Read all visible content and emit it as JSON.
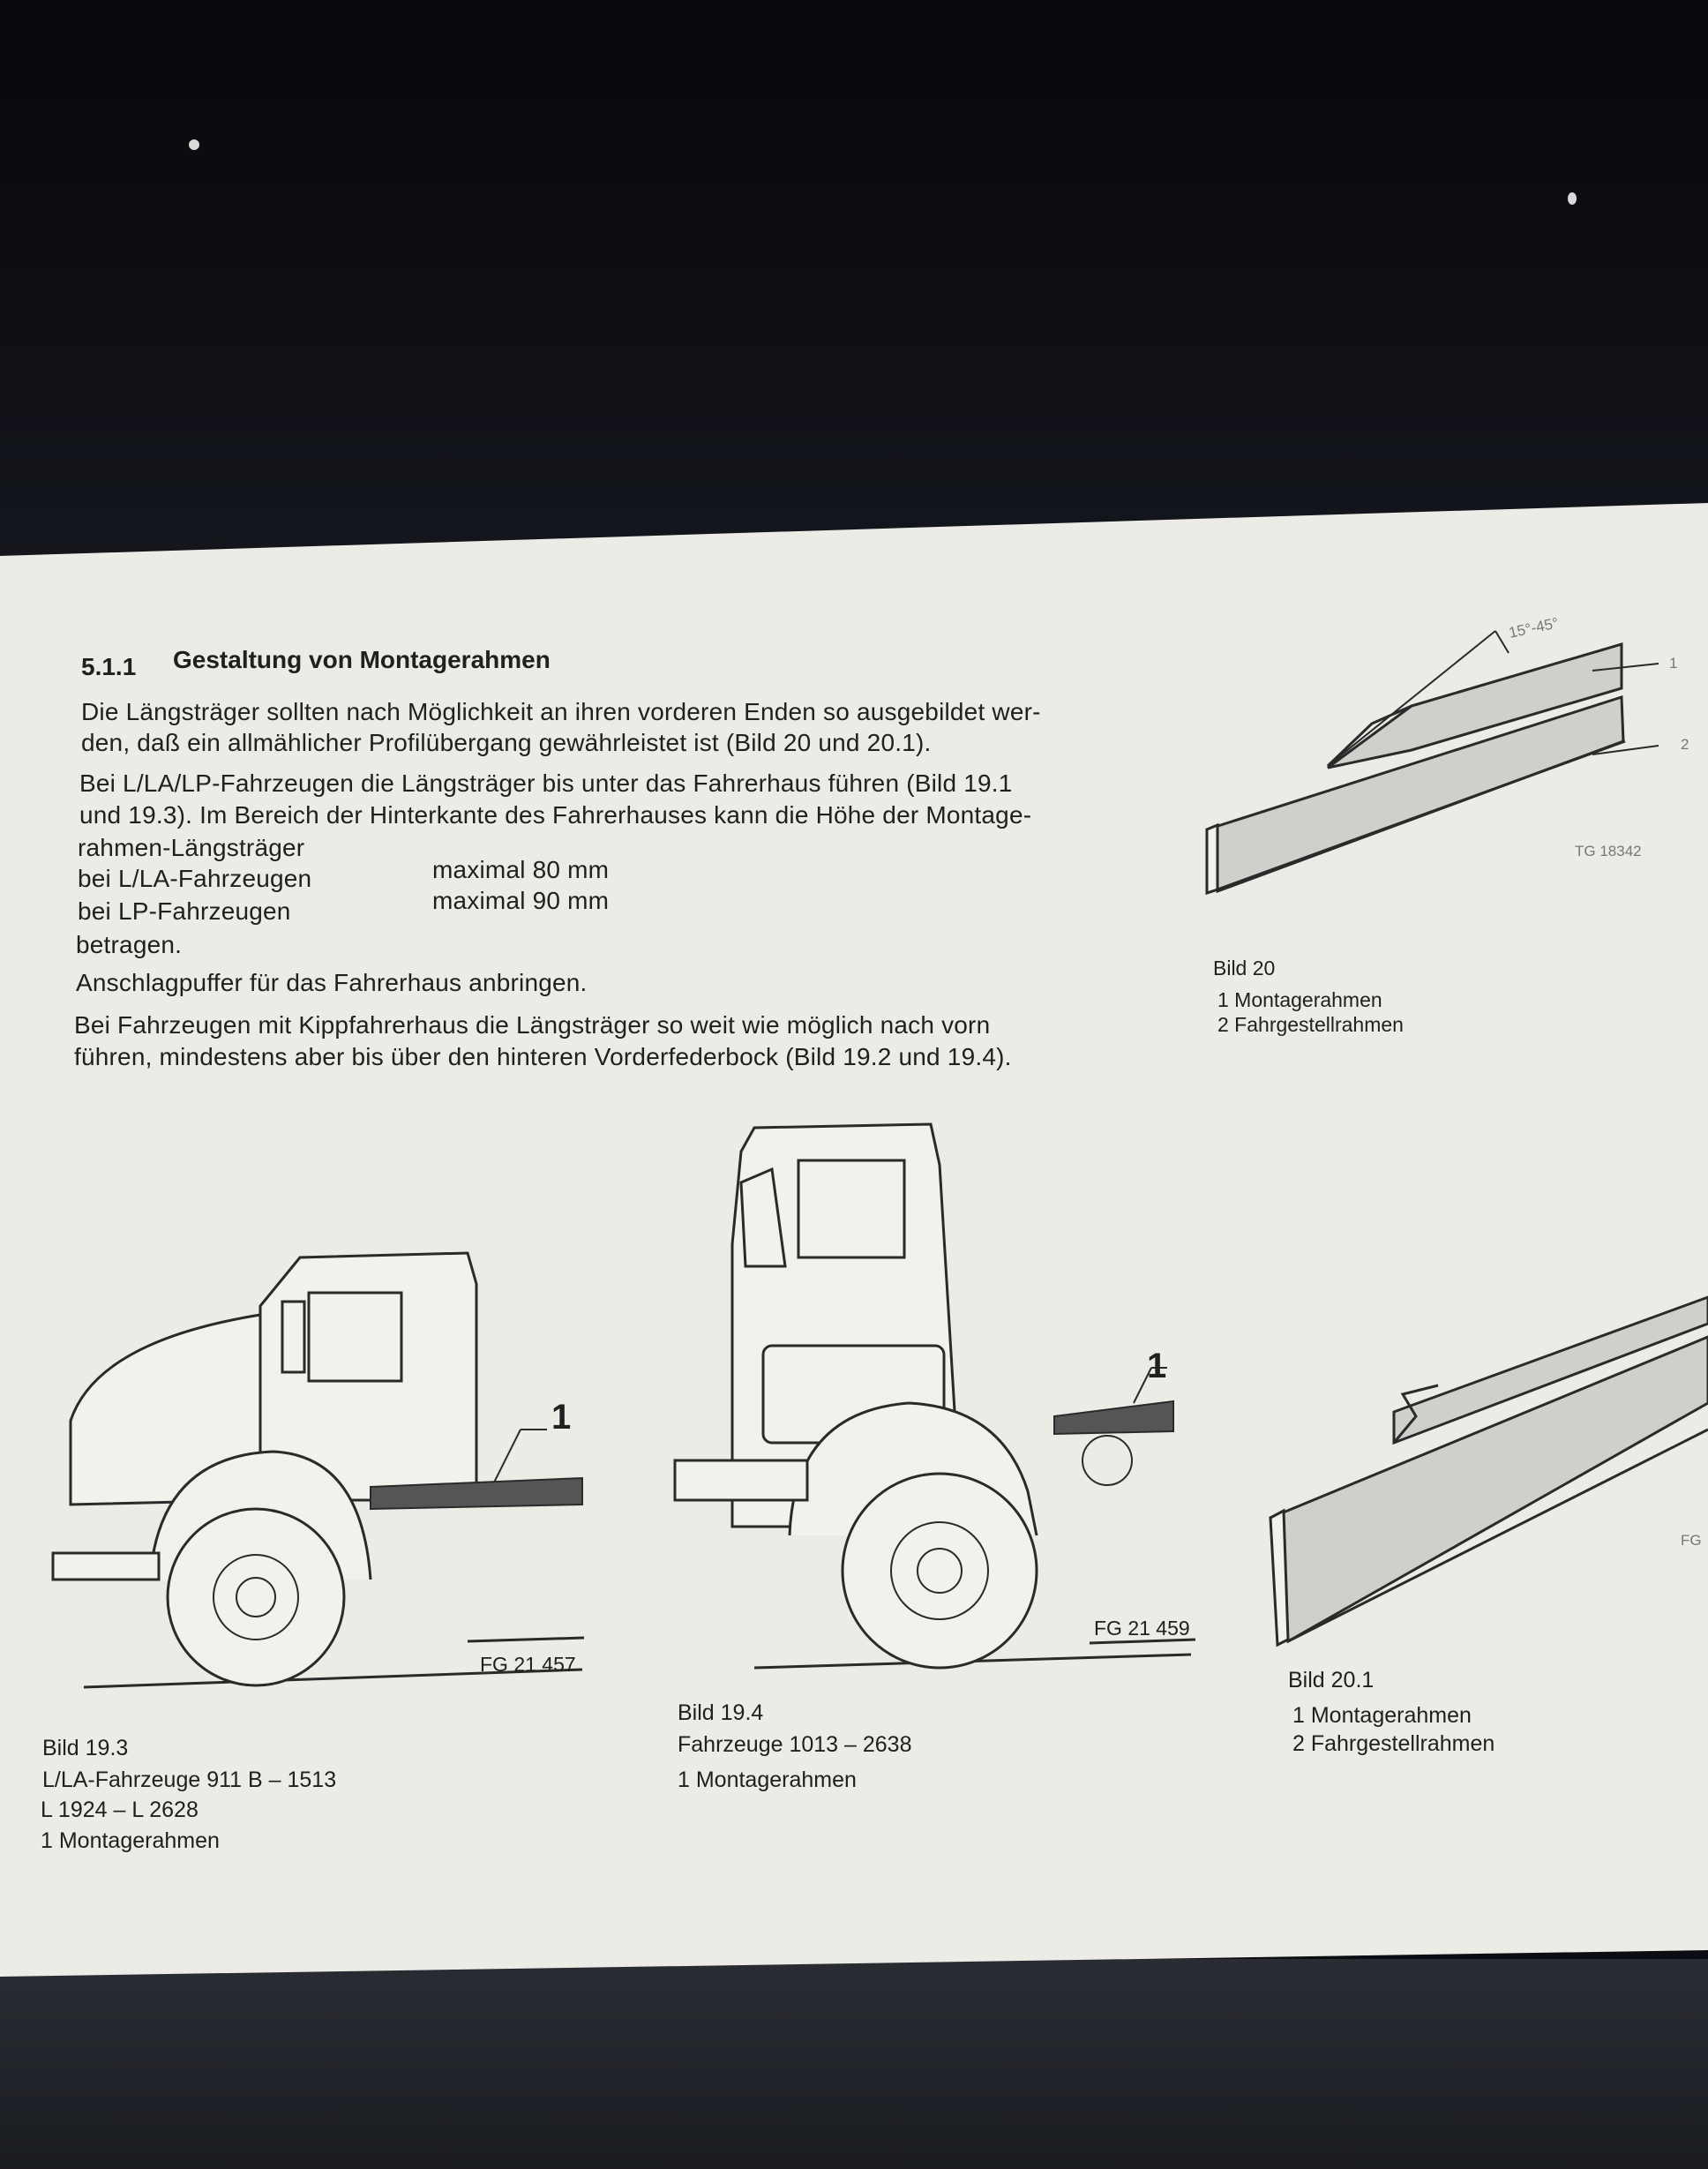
{
  "section": {
    "number": "5.1.1",
    "title": "Gestaltung von Montagerahmen"
  },
  "paragraphs": {
    "p1_line1": "Die Längsträger sollten nach Möglichkeit an ihren vorderen Enden so ausgebildet wer-",
    "p1_line2": "den, daß ein allmählicher Profilübergang gewährleistet ist (Bild 20 und 20.1).",
    "p2_line1": "Bei L/LA/LP-Fahrzeugen die Längsträger bis unter das Fahrerhaus führen (Bild 19.1",
    "p2_line2": "und 19.3). Im Bereich der Hinterkante des Fahrerhauses kann die Höhe der Montage-",
    "p2_line3": "rahmen-Längsträger",
    "spec_row1_label": "bei L/LA-Fahrzeugen",
    "spec_row1_value": "maximal 80 mm",
    "spec_row2_label": "bei LP-Fahrzeugen",
    "spec_row2_value": "maximal 90 mm",
    "p2_end": "betragen.",
    "p3": "Anschlagpuffer für das Fahrerhaus anbringen.",
    "p4_line1": "Bei Fahrzeugen mit Kippfahrerhaus die Längsträger so weit wie möglich nach vorn",
    "p4_line2": "führen, mindestens aber bis über den hinteren Vorderfederbock (Bild 19.2 und 19.4)."
  },
  "figures": {
    "bild20": {
      "angle_label": "15°-45°",
      "callout_1": "1",
      "callout_2": "2",
      "code": "TG 18342",
      "caption": "Bild 20",
      "legend_1": "1  Montagerahmen",
      "legend_2": "2  Fahrgestellrahmen"
    },
    "bild193": {
      "callout": "1",
      "code": "FG 21 457",
      "caption": "Bild 19.3",
      "line1": "L/LA-Fahrzeuge 911 B – 1513",
      "line2": "L 1924 – L 2628",
      "line3": "1 Montagerahmen"
    },
    "bild194": {
      "callout": "1",
      "code": "FG 21 459",
      "caption": "Bild 19.4",
      "line1": "Fahrzeuge 1013 – 2638",
      "line2": "1  Montagerahmen"
    },
    "bild201": {
      "code": "FG",
      "caption": "Bild 20.1",
      "legend_1": "1  Montagerahmen",
      "legend_2": "2  Fahrgestellrahmen"
    }
  }
}
